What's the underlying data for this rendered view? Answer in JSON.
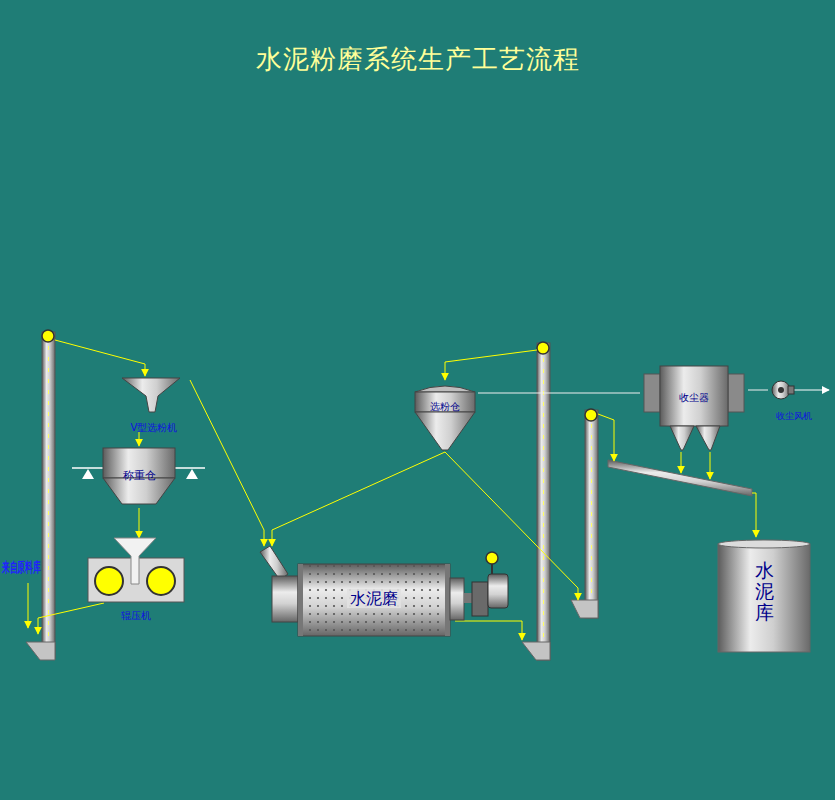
{
  "diagram": {
    "title": "水泥粉磨系统生产工艺流程",
    "nodes": [
      {
        "text": [
          "V型选粉机"
        ]
      },
      {
        "text": [
          "称重仓"
        ]
      },
      {
        "text": [
          "辊压机"
        ]
      },
      {
        "text": [
          "水泥磨"
        ]
      },
      {
        "text": [
          "选粉仓"
        ]
      },
      {
        "text": [
          "收尘器"
        ]
      },
      {
        "text": [
          "收尘风机"
        ]
      },
      {
        "text": [
          "水泥库"
        ]
      }
    ],
    "edges": [
      {
        "from": 0,
        "to": 1,
        "arrow": "to"
      },
      {
        "from": 1,
        "to": 2,
        "arrow": "to"
      },
      {
        "from": 0,
        "to": 3,
        "arrow": "to"
      },
      {
        "from": 4,
        "to": 3,
        "arrow": "to"
      },
      {
        "from": 4,
        "to": 5,
        "arrow": "none"
      },
      {
        "from": 5,
        "to": 6,
        "arrow": "none"
      }
    ],
    "labels": [
      "来自原料库"
    ]
  }
}
